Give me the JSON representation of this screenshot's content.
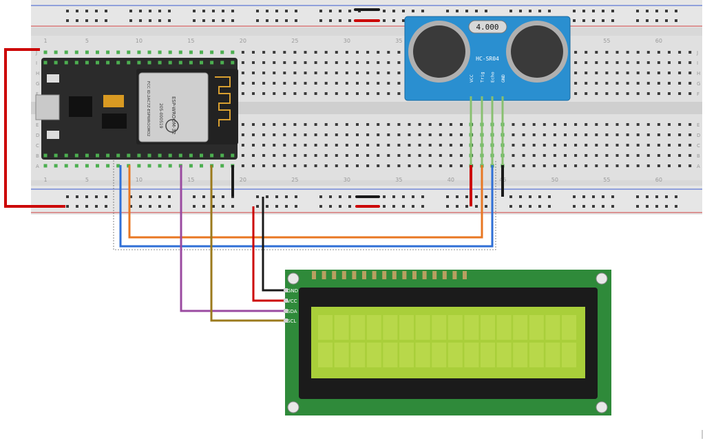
{
  "breadboard": {
    "column_numbers": [
      "1",
      "5",
      "10",
      "15",
      "20",
      "25",
      "30",
      "35",
      "40",
      "45",
      "50",
      "55",
      "60"
    ],
    "row_letters_top": [
      "J",
      "I",
      "H",
      "G",
      "F"
    ],
    "row_letters_bottom": [
      "E",
      "D",
      "C",
      "B",
      "A"
    ]
  },
  "esp32": {
    "module_name": "ESP-WROOM-32",
    "fcc_text": "FCC ID:2AC7Z-ESPWROOM32",
    "cert_text": "205-000519"
  },
  "sensor": {
    "crystal_text": "4.000",
    "model": "HC-SR04",
    "pins": [
      "VCC",
      "Trig",
      "Echo",
      "GND"
    ]
  },
  "lcd": {
    "pins": [
      "GND",
      "VCC",
      "SDA",
      "SCL"
    ]
  },
  "colors": {
    "wire_red": "#cc0000",
    "wire_black": "#1a1a1a",
    "wire_orange": "#e87722",
    "wire_blue": "#2f6fd6",
    "wire_purple": "#9a4aa0",
    "wire_brown": "#9b7a1c",
    "breadboard": "#dcdcdc",
    "lcd_screen": "#a9cf3a",
    "lcd_board": "#2f8a3a",
    "sensor_board": "#2a8fd0"
  }
}
